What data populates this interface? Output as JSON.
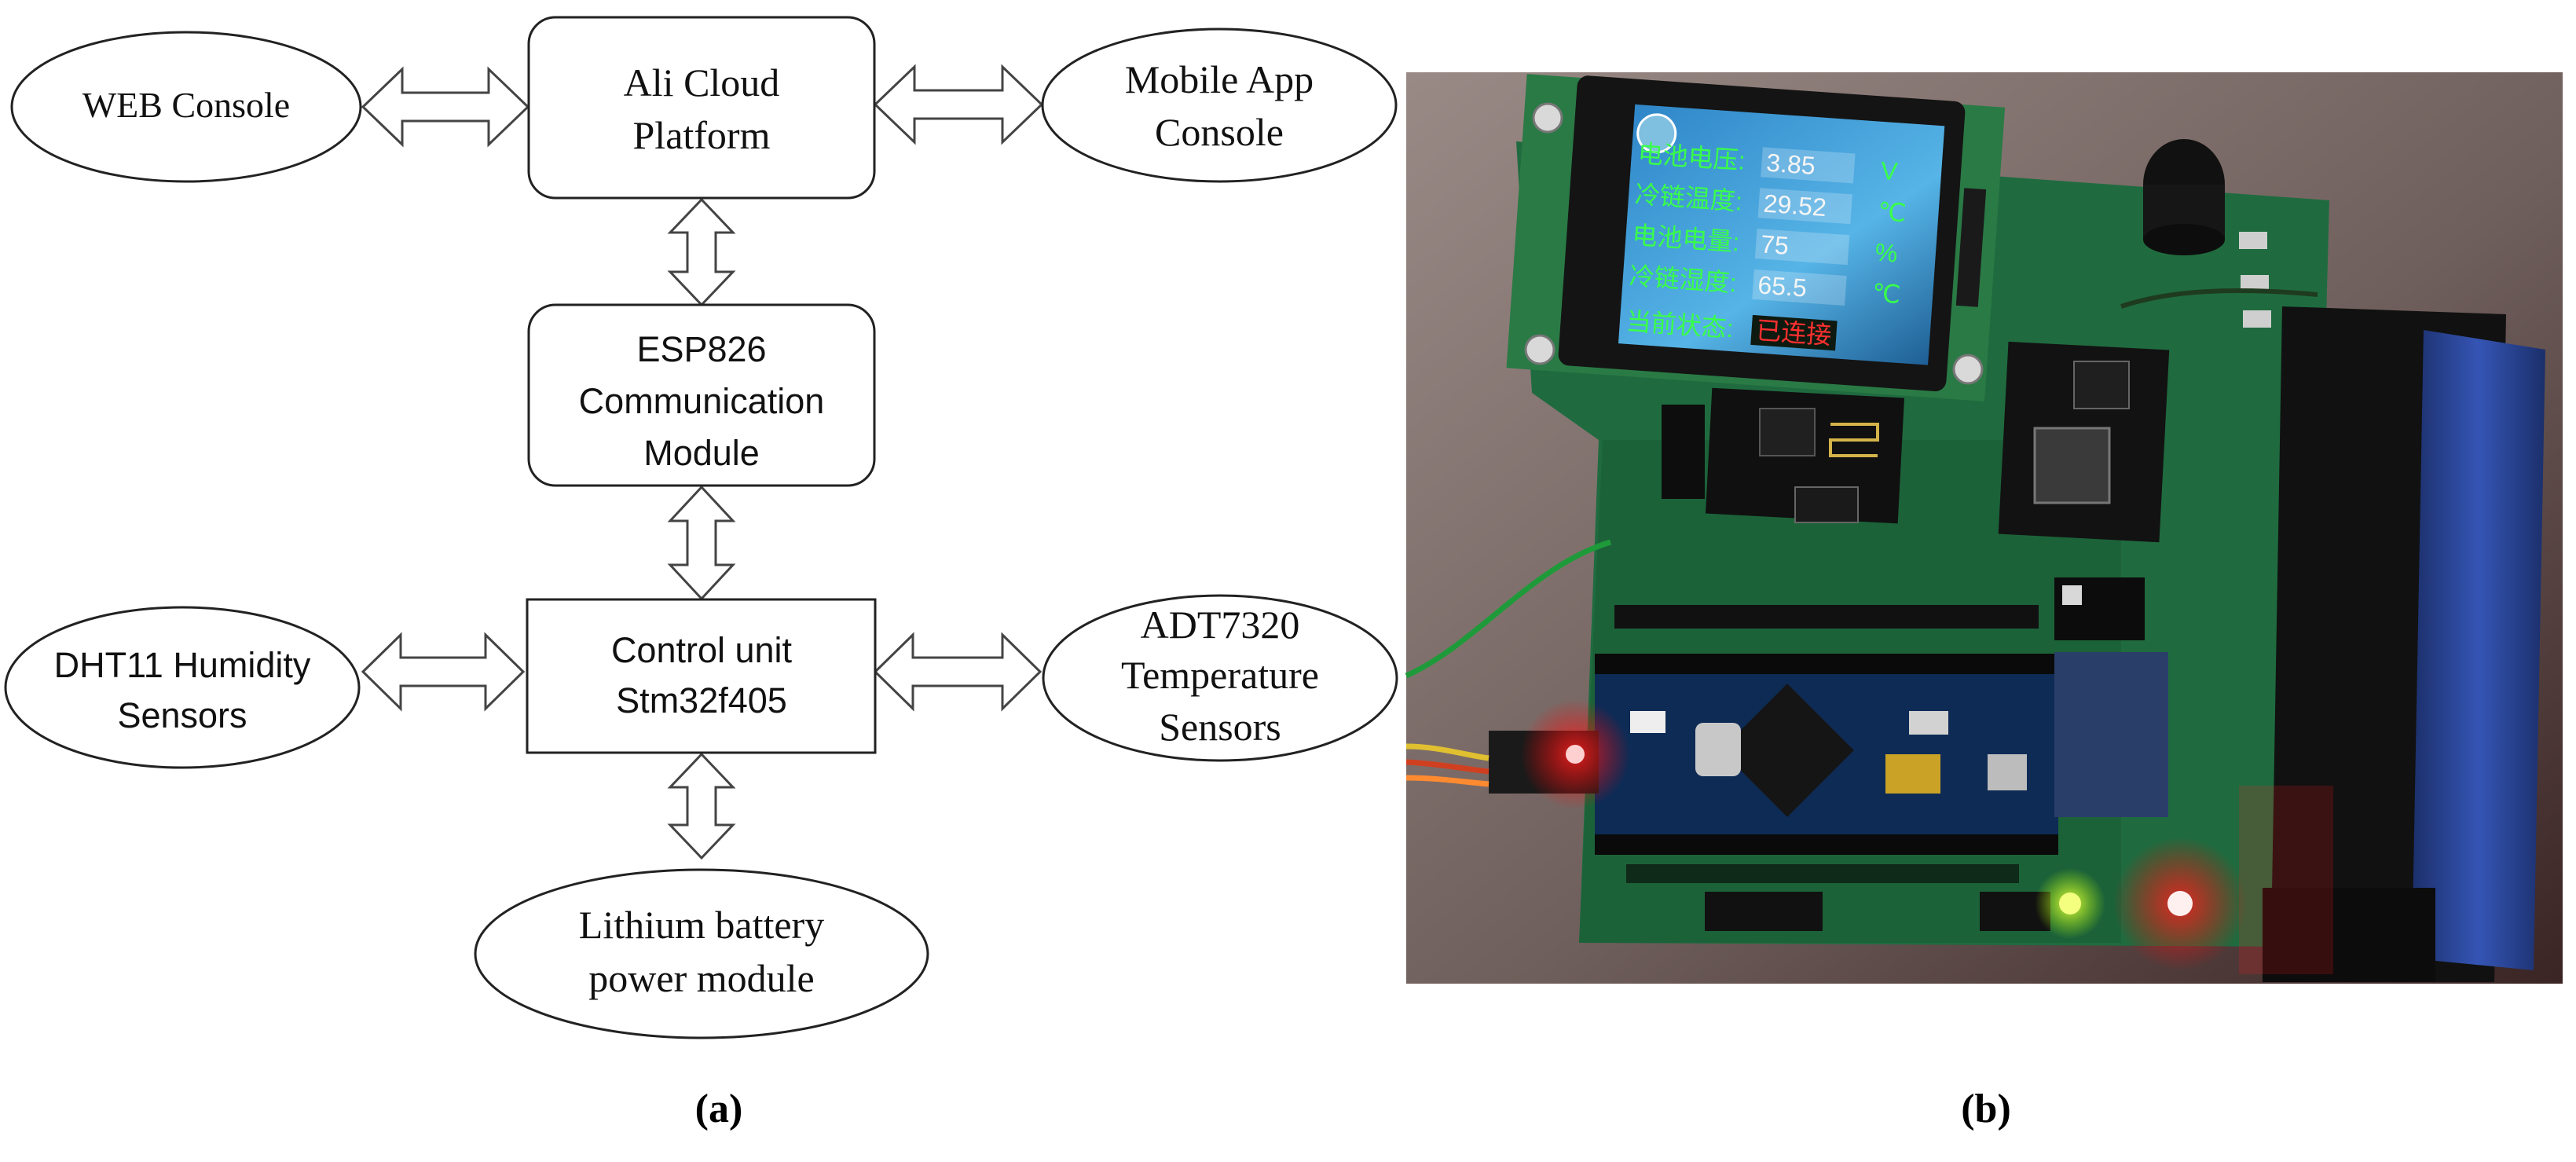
{
  "panel_a": {
    "caption": "(a)",
    "nodes": {
      "web_console": "WEB Console",
      "ali_cloud_line1": "Ali Cloud",
      "ali_cloud_line2": "Platform",
      "mobile_app_line1": "Mobile App",
      "mobile_app_line2": "Console",
      "esp_line1": "ESP826",
      "esp_line2": "Communication",
      "esp_line3": "Module",
      "control_line1": "Control unit",
      "control_line2": "Stm32f405",
      "dht_line1": "DHT11 Humidity",
      "dht_line2": "Sensors",
      "adt_line1": "ADT7320",
      "adt_line2": "Temperature",
      "adt_line3": "Sensors",
      "battery_line1": "Lithium battery",
      "battery_line2": "power module"
    }
  },
  "panel_b": {
    "caption": "(b)",
    "lcd": {
      "rows": [
        {
          "label": "电池电压:",
          "value": "3.85",
          "unit": "V"
        },
        {
          "label": "冷链温度:",
          "value": "29.52",
          "unit": "℃"
        },
        {
          "label": "电池电量:",
          "value": "75",
          "unit": "%"
        },
        {
          "label": "冷链湿度:",
          "value": "65.5",
          "unit": "℃"
        }
      ],
      "status_label": "当前状态:",
      "status_value": "已连接"
    }
  },
  "colors": {
    "stroke": "#333333",
    "pcb": "#1f6b3f",
    "lcd_bg": "#3a9ad0",
    "lcd_text": "#39ff4a",
    "status_text": "#ff3030"
  }
}
